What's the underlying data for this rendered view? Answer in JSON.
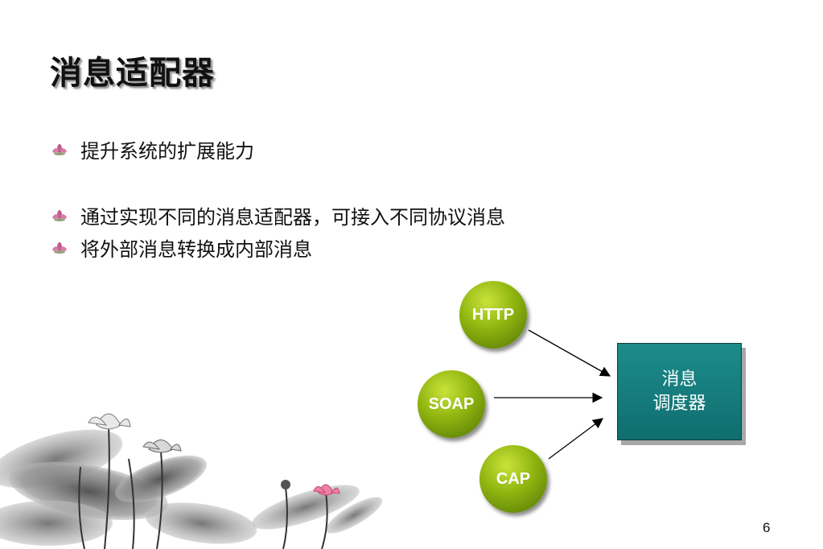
{
  "slide": {
    "title": "消息适配器",
    "bullets": [
      "提升系统的扩展能力",
      "通过实现不同的消息适配器，可接入不同协议消息",
      "将外部消息转换成内部消息"
    ],
    "diagram": {
      "protocols": [
        "HTTP",
        "SOAP",
        "CAP"
      ],
      "target_line1": "消息",
      "target_line2": "调度器"
    },
    "page_number": "6"
  },
  "colors": {
    "circle_green": "#8fb40f",
    "box_teal": "#137878",
    "bullet_flower": "#c05a8a"
  },
  "icons": {
    "bullet": "lotus-flower-icon",
    "decoration": "ink-lotus-painting"
  }
}
